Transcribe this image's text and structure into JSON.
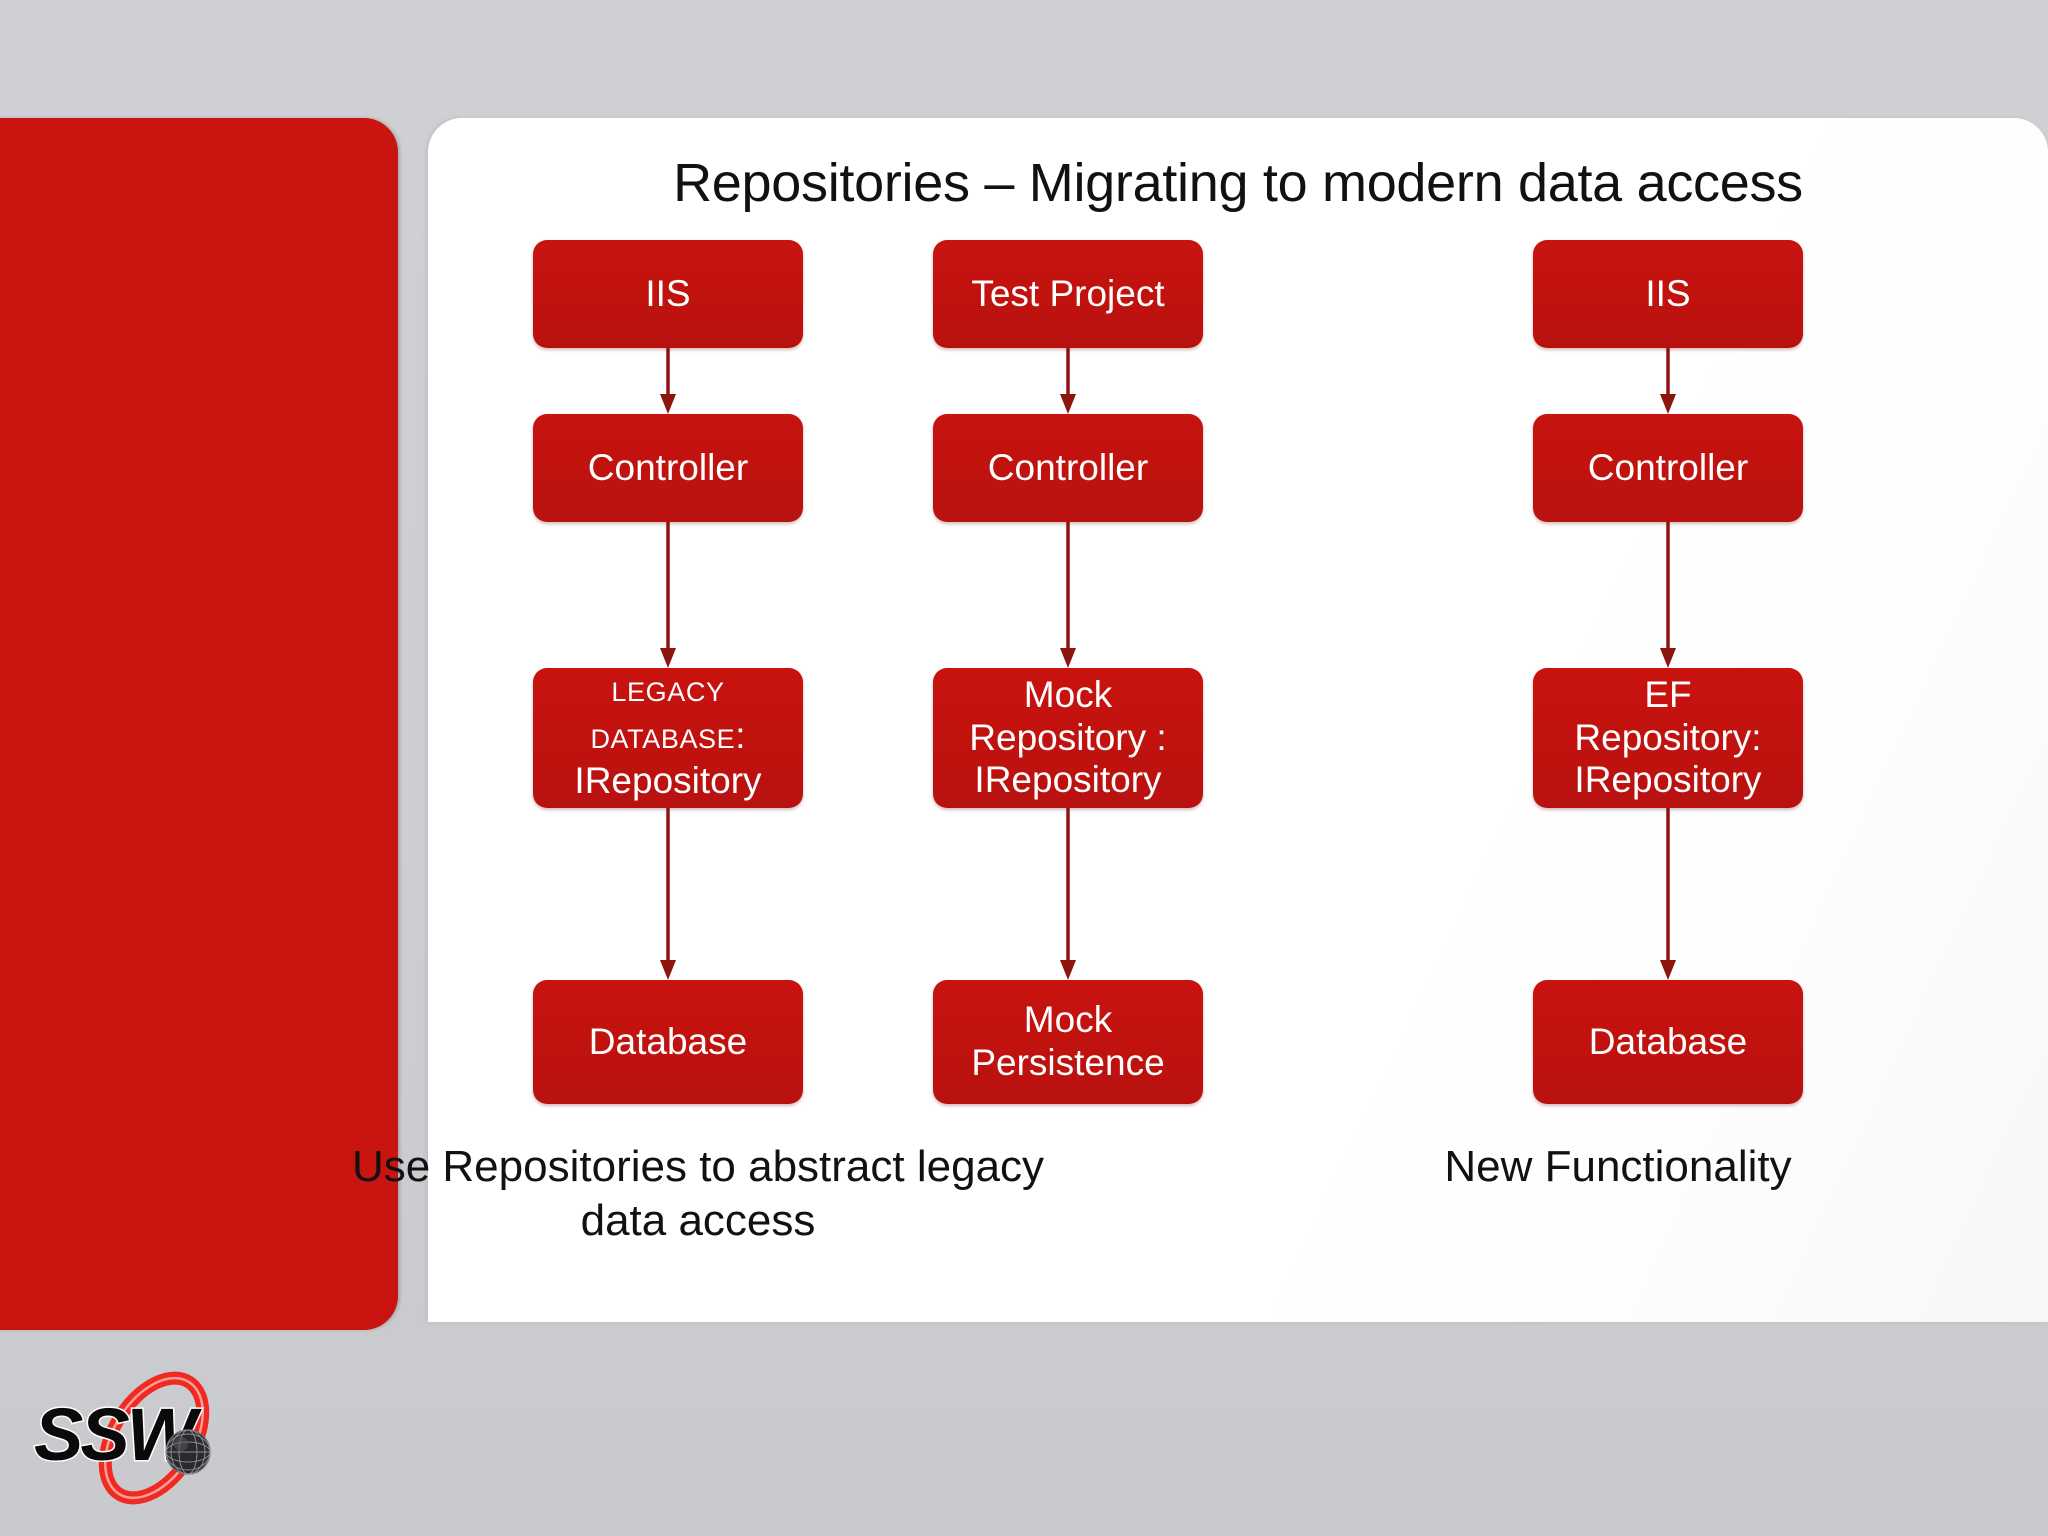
{
  "slide": {
    "title": "Repositories – Migrating to modern data access",
    "accent_color": "#C9140F",
    "node_color": "#C0120E",
    "arrow_color": "#8E1410",
    "background_color": "#CDCED2",
    "panel_color": "#FFFFFF",
    "text_color": "#111111",
    "node_text_color": "#FFFFFF"
  },
  "diagram": {
    "columns": [
      {
        "id": "legacy-flow",
        "nodes": [
          {
            "id": "iis",
            "label": "IIS"
          },
          {
            "id": "controller",
            "label": "Controller"
          },
          {
            "id": "legacy-repository",
            "label": "LEGACY DATABASE: IRepository",
            "line1": "LEGACY",
            "line2": "DATABASE",
            "line2_colon": ":",
            "line3": "IRepository"
          },
          {
            "id": "database",
            "label": "Database"
          }
        ],
        "arrows": [
          {
            "from": "iis",
            "to": "controller"
          },
          {
            "from": "controller",
            "to": "legacy-repository"
          },
          {
            "from": "legacy-repository",
            "to": "database"
          }
        ],
        "caption": "Use Repositories to abstract legacy data access"
      },
      {
        "id": "test-flow",
        "nodes": [
          {
            "id": "test-project",
            "label": "Test Project"
          },
          {
            "id": "controller",
            "label": "Controller"
          },
          {
            "id": "mock-repository",
            "label": "Mock Repository : IRepository",
            "line1": "Mock",
            "line2": "Repository :",
            "line3": "IRepository"
          },
          {
            "id": "mock-persistence",
            "label": "Mock Persistence",
            "line1": "Mock",
            "line2": "Persistence"
          }
        ],
        "arrows": [
          {
            "from": "test-project",
            "to": "controller"
          },
          {
            "from": "controller",
            "to": "mock-repository"
          },
          {
            "from": "mock-repository",
            "to": "mock-persistence"
          }
        ],
        "caption": ""
      },
      {
        "id": "new-flow",
        "nodes": [
          {
            "id": "iis",
            "label": "IIS"
          },
          {
            "id": "controller",
            "label": "Controller"
          },
          {
            "id": "ef-repository",
            "label": "EF Repository: IRepository",
            "line1": "EF",
            "line2": "Repository:",
            "line3": "IRepository"
          },
          {
            "id": "database",
            "label": "Database"
          }
        ],
        "arrows": [
          {
            "from": "iis",
            "to": "controller"
          },
          {
            "from": "controller",
            "to": "ef-repository"
          },
          {
            "from": "ef-repository",
            "to": "database"
          }
        ],
        "caption": "New Functionality"
      }
    ]
  },
  "footer": {
    "logo_text": "SSW",
    "logo_name": "ssw-logo"
  }
}
